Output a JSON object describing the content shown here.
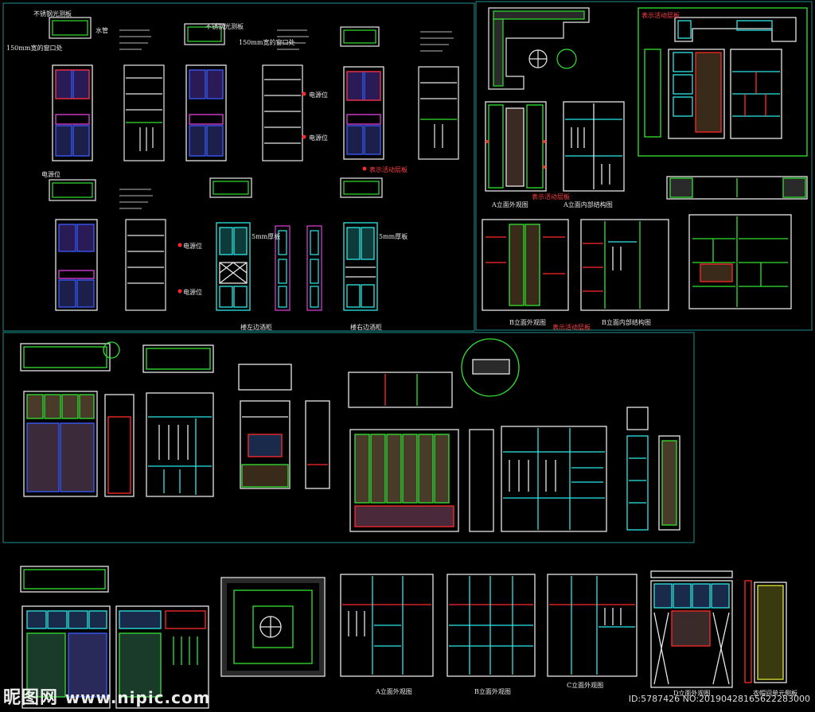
{
  "colors": {
    "background": "#000000",
    "cyan": "#2ee8e8",
    "green": "#31e431",
    "yellow": "#e8e83a",
    "red": "#ff2a2a",
    "magenta": "#e040e0",
    "blue": "#3a5cff",
    "white": "#e8e8e8",
    "frame": "#1c8f8f"
  },
  "labels": {
    "l1": "不锈钢光测板",
    "l2": "水管",
    "l3": "150mm宽的窗口处",
    "l4": "不锈钢光测板",
    "l5": "150mm宽的窗口处",
    "l6": "电源位",
    "l7": "电源位",
    "l8": "电源位",
    "l9": "表示活动层板",
    "l10": "5mm厚板",
    "l11": "5mm厚板",
    "l12": "楼左边酒柜",
    "l13": "楼右边酒柜",
    "l14": "电源位",
    "l15": "电源位",
    "l16": "A立面外观图",
    "l17": "A立面内部结构图",
    "l18": "表示活动层板",
    "l19": "表示活动层板",
    "l20": "B立面外观图",
    "l21": "表示活动层板",
    "l22": "B立面内部结构图",
    "l23": "A立面外观图",
    "l24": "B立面外观图",
    "l25": "C立面外观图",
    "l26": "D立面外观图",
    "l27": "衣帽间单元侧板"
  },
  "watermark": {
    "brand": "昵图网",
    "site": "www.nipic.com",
    "id": "ID:5787426 NO:20190428165622283000"
  }
}
